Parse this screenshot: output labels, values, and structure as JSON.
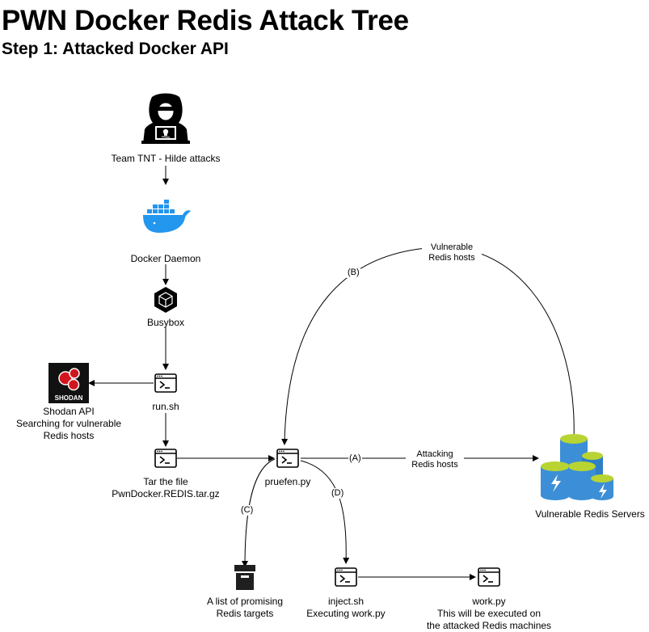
{
  "title": "PWN Docker Redis Attack Tree",
  "subtitle": "Step 1: Attacked Docker API",
  "nodes": {
    "attacker": {
      "label": "Team TNT - Hilde attacks",
      "icon": "hacker-icon"
    },
    "docker": {
      "label": "Docker Daemon",
      "icon": "docker-whale-icon",
      "color": "#2396ed"
    },
    "busybox": {
      "label": "Busybox",
      "icon": "busybox-icon"
    },
    "run_sh": {
      "label": "run.sh",
      "icon": "terminal-icon"
    },
    "shodan": {
      "label_line1": "Shodan API",
      "label_line2": "Searching for vulnerable",
      "label_line3": "Redis hosts",
      "logo_text": "SHODAN",
      "color": "#d2161e"
    },
    "tar": {
      "label_line1": "Tar the file",
      "label_line2": "PwnDocker.REDIS.tar.gz",
      "icon": "terminal-icon"
    },
    "pruefen": {
      "label": "pruefen.py",
      "icon": "terminal-icon"
    },
    "redis": {
      "label": "Vulnerable Redis Servers",
      "icon": "redis-cache-icon",
      "color": "#3c8fd6",
      "accent": "#b8d432"
    },
    "targets": {
      "label_line1": "A list of promising",
      "label_line2": "Redis targets",
      "icon": "archive-icon"
    },
    "inject": {
      "label_line1": "inject.sh",
      "label_line2": "Executing work.py",
      "icon": "terminal-icon"
    },
    "work": {
      "label_line1": "work.py",
      "label_line2": "This will be executed on",
      "label_line3": "the attacked Redis machines",
      "icon": "terminal-icon"
    }
  },
  "edges": {
    "a": {
      "tag": "(A)",
      "text_line1": "Attacking",
      "text_line2": "Redis hosts"
    },
    "b": {
      "tag": "(B)",
      "text_line1": "Vulnerable",
      "text_line2": "Redis hosts"
    },
    "c": {
      "tag": "(C)"
    },
    "d": {
      "tag": "(D)"
    }
  }
}
